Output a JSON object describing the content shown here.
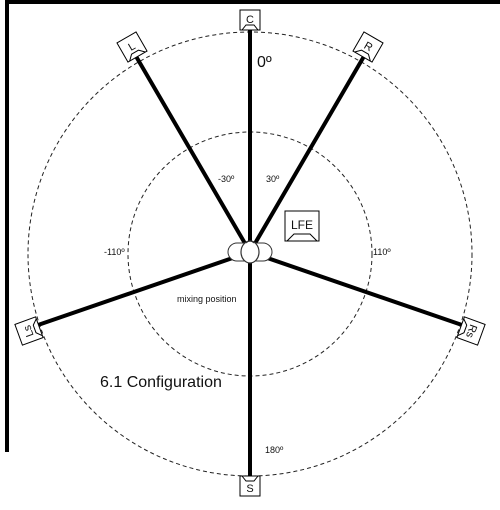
{
  "speakers": {
    "center": "C",
    "left": "L",
    "right": "R",
    "left_surround": "Ls",
    "right_surround": "Rs",
    "surround": "S",
    "lfe": "LFE"
  },
  "angles": {
    "front": "0º",
    "left_front": "-30º",
    "right_front": "30º",
    "left_side": "-110º",
    "right_side": "110º",
    "rear": "180º"
  },
  "labels": {
    "listener": "mixing position",
    "configuration": "6.1 Configuration"
  }
}
